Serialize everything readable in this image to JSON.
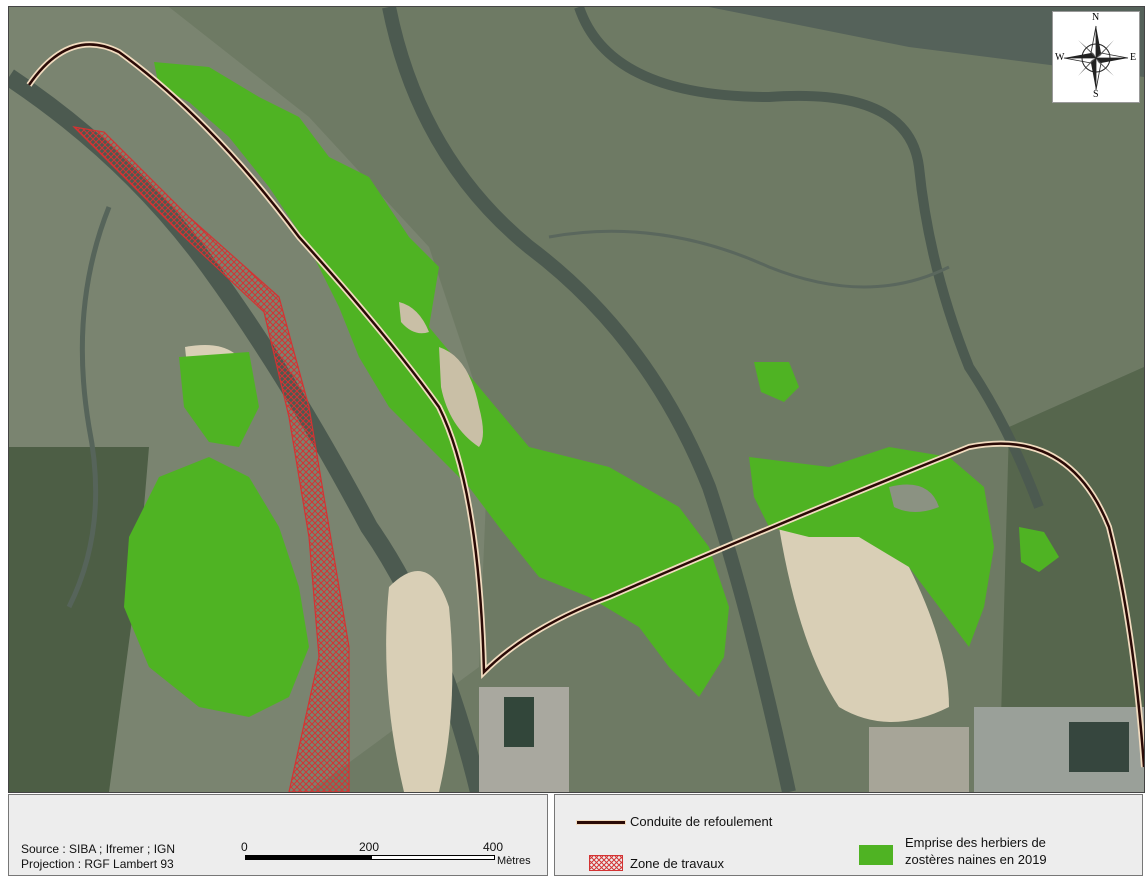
{
  "compass": {
    "north": "N",
    "south": "S",
    "east": "E",
    "west": "W"
  },
  "source": {
    "line1": "Source : SIBA ; Ifremer ; IGN",
    "line2": "Projection : RGF Lambert 93"
  },
  "scale_bar": {
    "tick0": "0",
    "tick1": "200",
    "tick2": "400",
    "unit": "Mètres"
  },
  "legend": {
    "pipeline": "Conduite de refoulement",
    "works_zone": "Zone de travaux",
    "seagrass_line1": "Emprise des herbiers de",
    "seagrass_line2": "zostères naines en 2019"
  },
  "colors": {
    "pipeline": "#2a0a06",
    "pipeline_halo": "#f2dcc0",
    "works_zone": "#d33333",
    "seagrass": "#4fb323",
    "mudflat": "#6e7a64",
    "sand": "#d9cfb6",
    "channel": "#4c5a50"
  }
}
